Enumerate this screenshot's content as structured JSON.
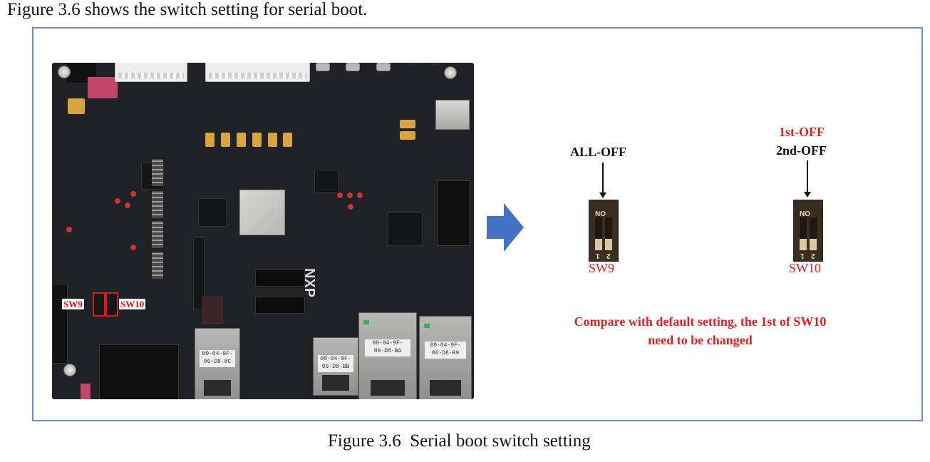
{
  "intro_text": "Figure 3.6 shows the switch setting for serial boot.",
  "board": {
    "sw9_tag": "SW9",
    "sw10_tag": "SW10",
    "ethernet_labels": [
      "00-04-9F-\n06-D8-8C",
      "00-04-9F-\n06-D8-BB",
      "00-04-9F-\n06-D8-BA",
      "00-04-9F-\n06-D8-B9"
    ]
  },
  "switch_sw9": {
    "caption_line1": "ALL-OFF",
    "on_label": "ON",
    "pos_numbers": [
      "1",
      "2"
    ],
    "name": "SW9"
  },
  "switch_sw10": {
    "caption_line1": "1st-OFF",
    "caption_line2": "2nd-OFF",
    "on_label": "ON",
    "pos_numbers": [
      "1",
      "2"
    ],
    "name": "SW10"
  },
  "note": {
    "line1": "Compare with default setting, the 1st of SW10",
    "line2": "need to be changed"
  },
  "caption": "Figure 3.6  Serial boot switch setting",
  "colors": {
    "frame_border": "#6b8fc5",
    "arrow_blue": "#4472c4",
    "highlight_red": "#e02020"
  }
}
